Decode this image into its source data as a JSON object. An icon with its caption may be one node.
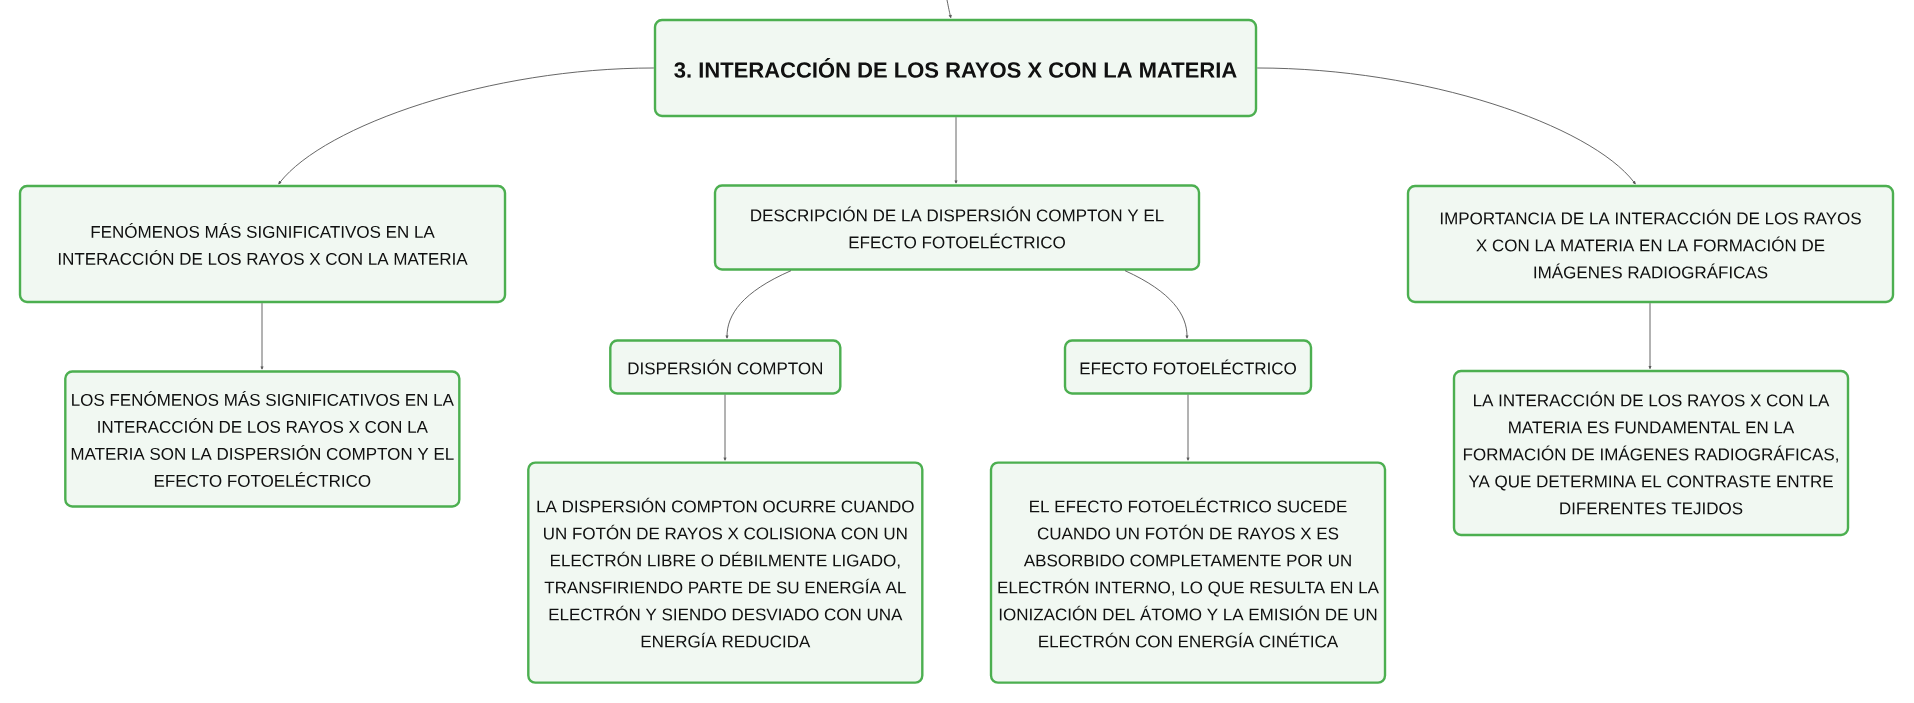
{
  "diagram": {
    "nodes": [
      {
        "text": [
          "3. INTERACCIÓN DE LOS RAYOS X CON LA MATERIA"
        ]
      },
      {
        "text": [
          "FENÓMENOS MÁS SIGNIFICATIVOS EN LA INTERACCIÓN DE LOS RAYOS X CON LA MATERIA"
        ]
      },
      {
        "text": [
          "DESCRIPCIÓN DE LA DISPERSIÓN COMPTON Y EL EFECTO FOTOELÉCTRICO"
        ]
      },
      {
        "text": [
          "IMPORTANCIA DE LA INTERACCIÓN DE LOS RAYOS X CON LA MATERIA EN LA FORMACIÓN DE IMÁGENES RADIOGRÁFICAS"
        ]
      },
      {
        "text": [
          "LOS FENÓMENOS MÁS SIGNIFICATIVOS EN LA INTERACCIÓN DE LOS RAYOS X CON LA MATERIA SON LA DISPERSIÓN COMPTON Y EL EFECTO FOTOELÉCTRICO"
        ]
      },
      {
        "text": [
          "DISPERSIÓN COMPTON"
        ]
      },
      {
        "text": [
          "EFECTO FOTOELÉCTRICO"
        ]
      },
      {
        "text": [
          "LA DISPERSIÓN COMPTON OCURRE CUANDO UN FOTÓN DE RAYOS X COLISIONA CON UN ELECTRÓN LIBRE O DÉBILMENTE LIGADO, TRANSFIRIENDO PARTE DE SU ENERGÍA AL ELECTRÓN Y SIENDO DESVIADO CON UNA ENERGÍA REDUCIDA"
        ]
      },
      {
        "text": [
          "EL EFECTO FOTOELÉCTRICO SUCEDE CUANDO UN FOTÓN DE RAYOS X ES ABSORBIDO COMPLETAMENTE POR UN ELECTRÓN INTERNO, LO QUE RESULTA EN LA IONIZACIÓN DEL ÁTOMO Y LA EMISIÓN DE UN ELECTRÓN CON ENERGÍA CINÉTICA"
        ]
      },
      {
        "text": [
          "LA INTERACCIÓN DE LOS RAYOS X CON LA MATERIA ES FUNDAMENTAL EN LA FORMACIÓN DE IMÁGENES RADIOGRÁFICAS, YA QUE DETERMINA EL CONTRASTE ENTRE DIFERENTES TEJIDOS"
        ]
      }
    ],
    "edges": [
      {
        "from": null,
        "to": 0,
        "arrow": "to"
      },
      {
        "from": 0,
        "to": 1,
        "arrow": "to"
      },
      {
        "from": 0,
        "to": 2,
        "arrow": "to"
      },
      {
        "from": 0,
        "to": 3,
        "arrow": "to"
      },
      {
        "from": 1,
        "to": 4,
        "arrow": "to"
      },
      {
        "from": 2,
        "to": 5,
        "arrow": "to"
      },
      {
        "from": 2,
        "to": 6,
        "arrow": "to"
      },
      {
        "from": 3,
        "to": 9,
        "arrow": "to"
      },
      {
        "from": 5,
        "to": 7,
        "arrow": "to"
      },
      {
        "from": 6,
        "to": 8,
        "arrow": "to"
      }
    ]
  }
}
